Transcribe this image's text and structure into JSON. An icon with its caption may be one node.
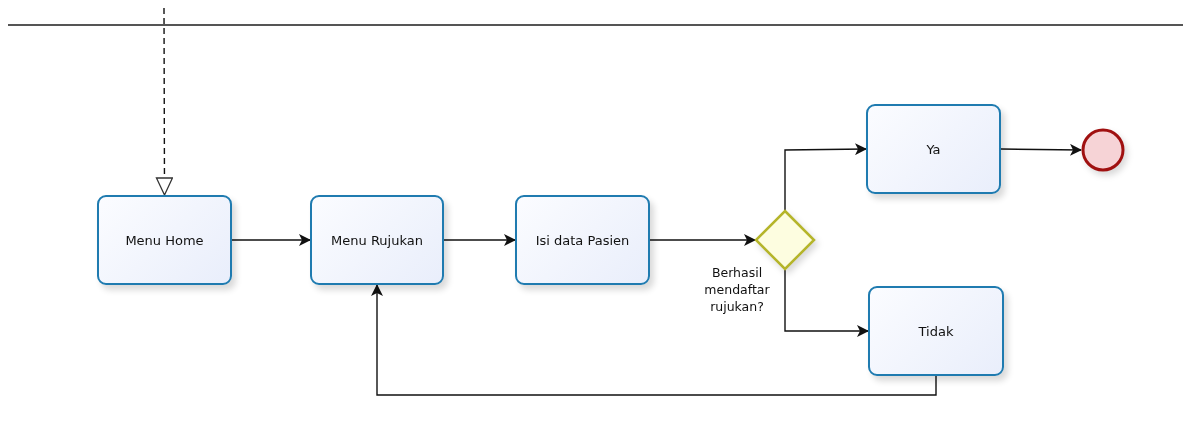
{
  "diagram": {
    "nodes": [
      {
        "text": [
          "Menu Home"
        ]
      },
      {
        "text": [
          "Menu Rujukan"
        ]
      },
      {
        "text": [
          "Isi data Pasien"
        ]
      },
      {
        "text": [],
        "shape": "diamond",
        "beside": [
          "Berhasil mendaftar rujukan?"
        ]
      },
      {
        "text": [
          "Ya"
        ]
      },
      {
        "text": [
          "Tidak"
        ]
      },
      {
        "text": [],
        "shape": "circle"
      }
    ],
    "edges": [
      {
        "from": null,
        "to": 0,
        "arrow": "to",
        "style": "dashed"
      },
      {
        "from": 0,
        "to": 1,
        "arrow": "to"
      },
      {
        "from": 1,
        "to": 2,
        "arrow": "to"
      },
      {
        "from": 2,
        "to": 3,
        "arrow": "to"
      },
      {
        "from": 3,
        "to": 4,
        "arrow": "to"
      },
      {
        "from": 3,
        "to": 5,
        "arrow": "to"
      },
      {
        "from": 4,
        "to": 6,
        "arrow": "to"
      },
      {
        "from": 5,
        "to": 1,
        "arrow": "to"
      }
    ]
  }
}
